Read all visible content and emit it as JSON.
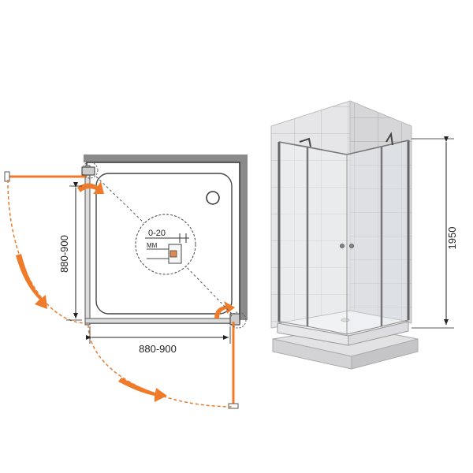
{
  "plan_view": {
    "width_label": "880-900",
    "depth_label": "880-900",
    "detail": {
      "range_label": "0-20",
      "unit_label": "MM"
    }
  },
  "perspective_view": {
    "height_label": "1950"
  },
  "colors": {
    "door_arc": "#e87b2c",
    "glass_panel": "#f07a28",
    "arrow_fill": "#ee7a2a",
    "wall": "#7a7a7a",
    "tile_wall": "#e4e4e6",
    "line": "#333333"
  }
}
